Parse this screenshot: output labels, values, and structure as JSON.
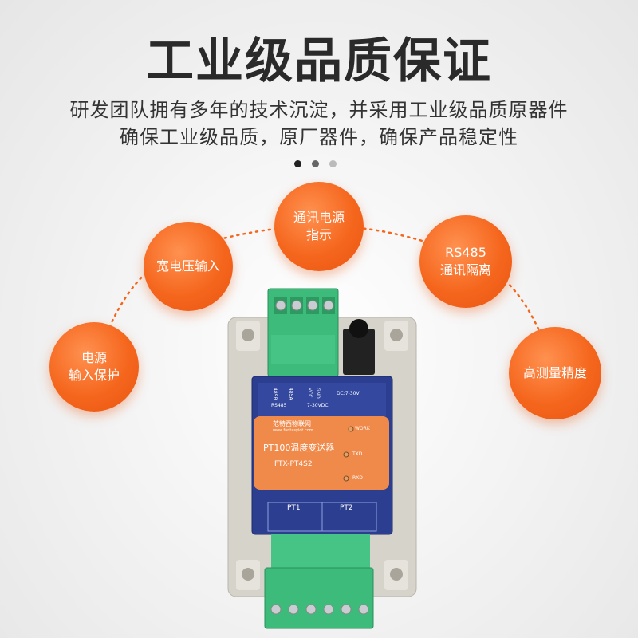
{
  "headline": "工业级品质保证",
  "subtitle_line1": "研发团队拥有多年的技术沉淀，并采用工业级品质原器件",
  "subtitle_line2": "确保工业级品质，原厂器件，确保产品稳定性",
  "carousel": {
    "active_index": 0,
    "count": 3
  },
  "features": [
    {
      "line1": "电源",
      "line2": "输入保护"
    },
    {
      "line1": "宽电压输入",
      "line2": ""
    },
    {
      "line1": "通讯电源",
      "line2": "指示"
    },
    {
      "line1": "RS485",
      "line2": "通讯隔离"
    },
    {
      "line1": "高测量精度",
      "line2": ""
    }
  ],
  "device": {
    "brand": "范特西物联网",
    "website": "www.fantasyiot.com",
    "product_name": "PT100温度变送器",
    "model": "FTX-PT4S2",
    "top_labels": {
      "rs485": "RS485",
      "power": "7-30VDC",
      "power_symbol": "DC:7-30V",
      "a": "485A",
      "b": "485B",
      "vcc": "VCC",
      "gnd": "GND"
    },
    "leds": [
      "WORK",
      "TXD",
      "RXD"
    ],
    "channels": [
      "PT1",
      "PT2"
    ]
  },
  "colors": {
    "accent": "#f5661d",
    "title": "#2a2a2a",
    "device_blue": "#2c3e8f",
    "label_orange": "#f08a4b",
    "terminal_green": "#3dbb7a"
  }
}
